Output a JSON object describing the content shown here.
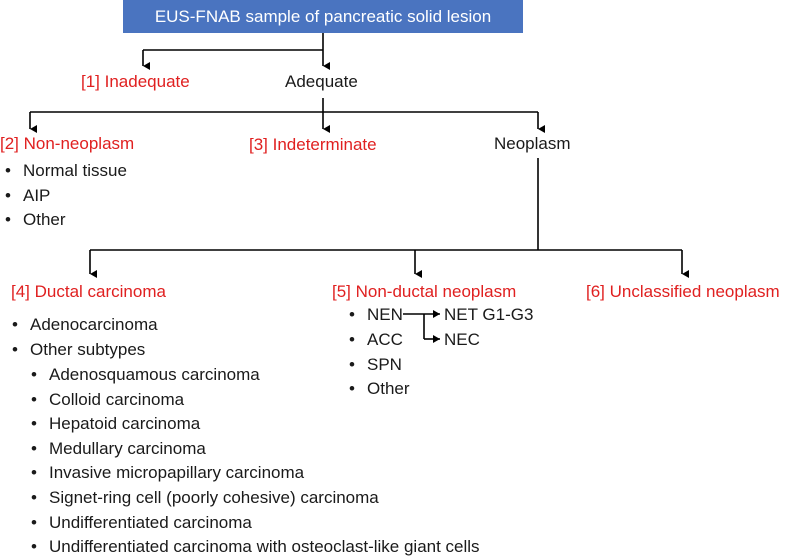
{
  "root": "EUS-FNAB sample of pancreatic solid lesion",
  "level1": {
    "inadequate": "[1] Inadequate",
    "adequate": "Adequate"
  },
  "level2": {
    "non_neoplasm": "[2] Non-neoplasm",
    "indeterminate": "[3] Indeterminate",
    "neoplasm": "Neoplasm"
  },
  "non_neoplasm_items": [
    "Normal tissue",
    "AIP",
    "Other"
  ],
  "level3": {
    "ductal": "[4] Ductal carcinoma",
    "non_ductal": "[5] Non-ductal neoplasm",
    "unclassified": "[6] Unclassified neoplasm"
  },
  "ductal_items": [
    "Adenocarcinoma",
    "Other subtypes"
  ],
  "ductal_subtypes": [
    "Adenosquamous carcinoma",
    "Colloid carcinoma",
    "Hepatoid carcinoma",
    "Medullary carcinoma",
    "Invasive micropapillary carcinoma",
    "Signet-ring cell (poorly cohesive) carcinoma",
    "Undifferentiated carcinoma",
    "Undifferentiated carcinoma with osteoclast-like giant cells"
  ],
  "non_ductal_items": [
    "NEN",
    "ACC",
    "SPN",
    "Other"
  ],
  "nen_subtypes": [
    "NET G1-G3",
    "NEC"
  ],
  "colors": {
    "box_fill": "#4a74c0",
    "category_red": "#e02020",
    "line": "#000000"
  }
}
